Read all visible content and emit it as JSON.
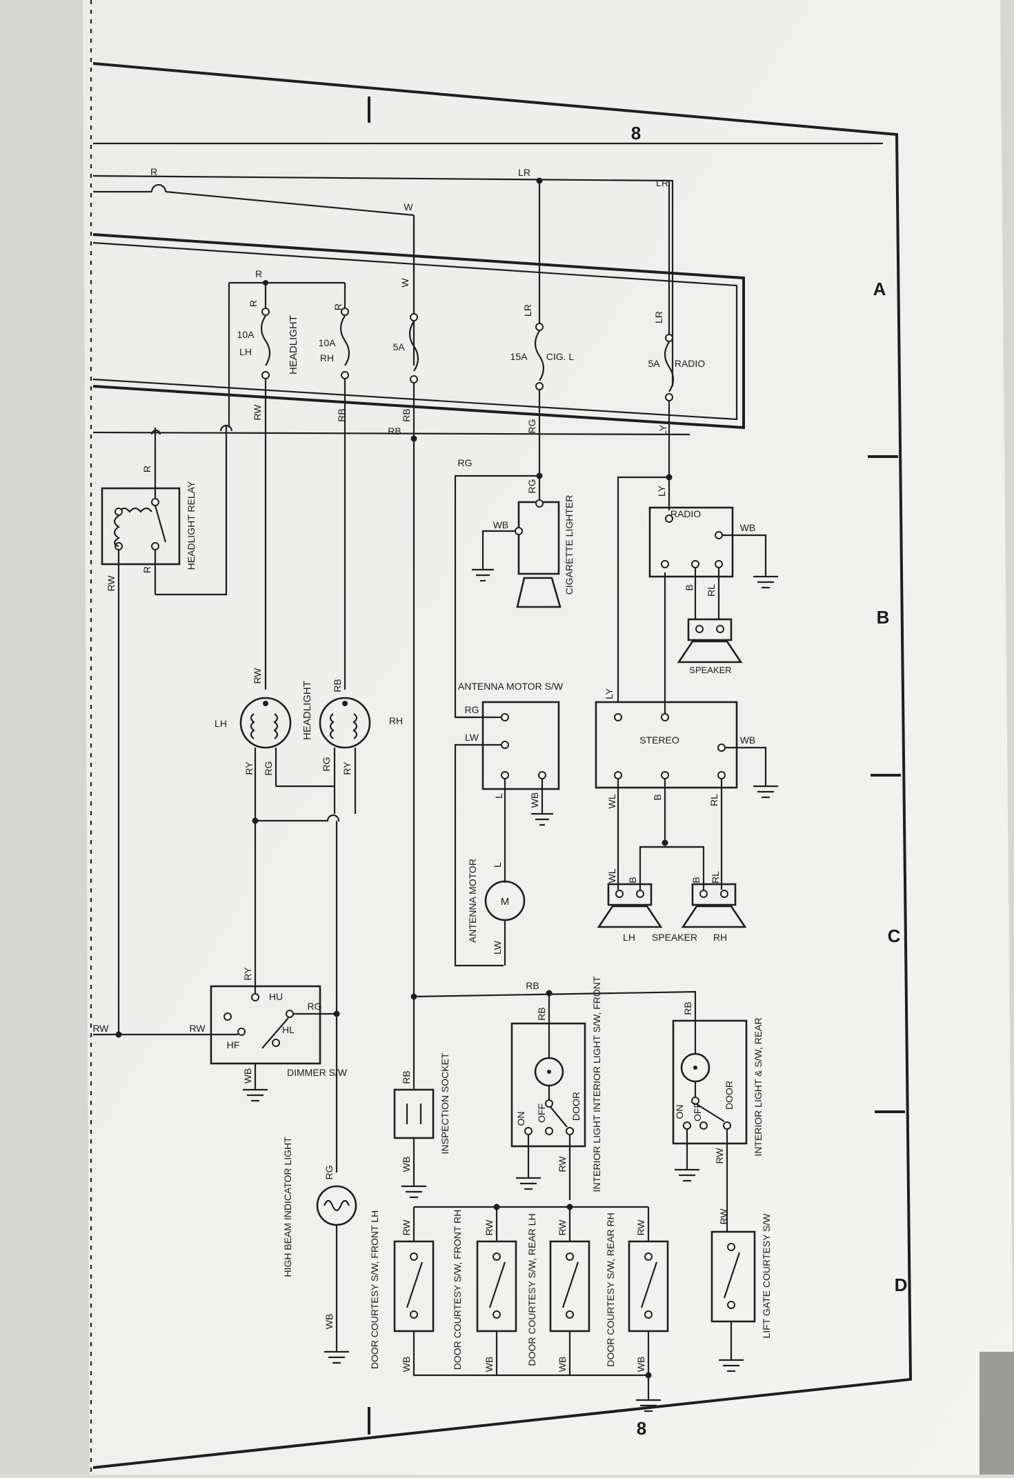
{
  "page_number": "8",
  "zones": [
    "A",
    "B",
    "C",
    "D"
  ],
  "fuses": {
    "headlight": "HEADLIGHT",
    "lh_rating": "10A",
    "lh": "LH",
    "rh_rating": "10A",
    "rh": "RH",
    "w_rating": "5A",
    "cig_rating": "15A",
    "cig": "CIG. L",
    "radio_rating": "5A",
    "radio": "RADIO"
  },
  "components": {
    "headlight_relay": "HEADLIGHT RELAY",
    "cigarette_lighter": "CIGARETTE LIGHTER",
    "radio": "RADIO",
    "speaker": "SPEAKER",
    "headlight": "HEADLIGHT",
    "headlight_lh": "LH",
    "headlight_rh": "RH",
    "antenna_motor_sw": "ANTENNA MOTOR S/W",
    "antenna_motor": "ANTENNA MOTOR",
    "motor_symbol": "M",
    "stereo": "STEREO",
    "speaker_lh": "LH",
    "speaker_main": "SPEAKER",
    "speaker_rh": "RH",
    "dimmer_sw": "DIMMER S/W",
    "hu": "HU",
    "hl": "HL",
    "hf": "HF",
    "high_beam_indicator": "HIGH BEAM INDICATOR LIGHT",
    "inspection_socket": "INSPECTION SOCKET",
    "interior_light_front": "INTERIOR LIGHT INTERIOR LIGHT S/W, FRONT",
    "interior_light_rear": "INTERIOR LIGHT & S/W, REAR",
    "on": "ON",
    "off": "OFF",
    "door": "DOOR",
    "door_courtesy_front_lh": "DOOR COURTESY S/W, FRONT LH",
    "door_courtesy_front_rh": "DOOR COURTESY S/W, FRONT RH",
    "door_courtesy_rear_lh": "DOOR COURTESY S/W, REAR LH",
    "door_courtesy_rear_rh": "DOOR COURTESY S/W, REAR RH",
    "lift_gate_courtesy": "LIFT GATE COURTESY S/W"
  },
  "wires": {
    "R": "R",
    "LR": "LR",
    "W": "W",
    "RW": "RW",
    "RB": "RB",
    "RG": "RG",
    "LY": "LY",
    "WB": "WB",
    "B": "B",
    "RL": "RL",
    "RY": "RY",
    "L": "L",
    "LW": "LW",
    "WL": "WL"
  }
}
